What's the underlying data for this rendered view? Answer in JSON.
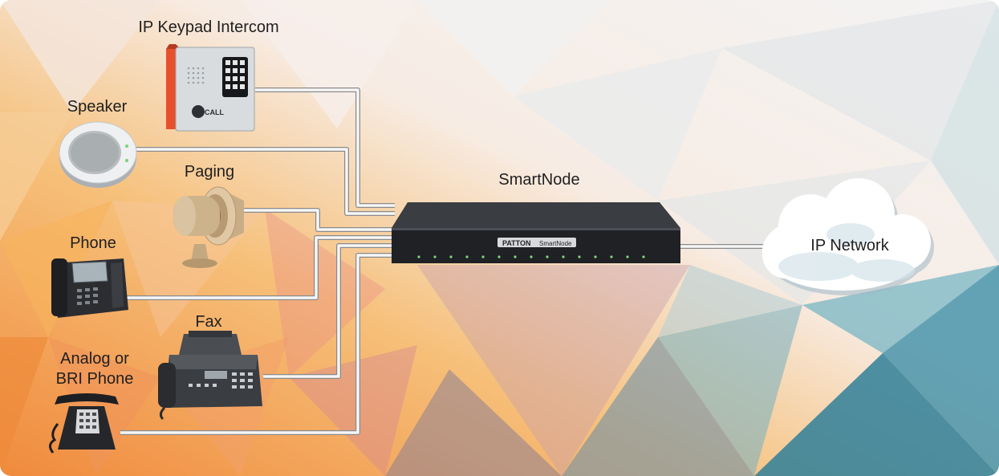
{
  "title": "",
  "devices": {
    "keypad_intercom": {
      "label": "IP Keypad Intercom",
      "brand": "CALL"
    },
    "speaker": {
      "label": "Speaker"
    },
    "paging": {
      "label": "Paging"
    },
    "phone": {
      "label": "Phone"
    },
    "fax": {
      "label": "Fax"
    },
    "analog_phone": {
      "label": "Analog or\nBRI Phone"
    }
  },
  "gateway": {
    "label": "SmartNode",
    "brand_plate": "PATTON",
    "model_plate": "SmartNode"
  },
  "network": {
    "label": "IP Network"
  },
  "colors": {
    "warm": "#f3a04a",
    "cool": "#3f8ea5",
    "cable": "#f4f4f4",
    "cable_edge": "#8a8a8a",
    "device_body": "#2a2c31",
    "label_text": "#1f1f1f"
  }
}
